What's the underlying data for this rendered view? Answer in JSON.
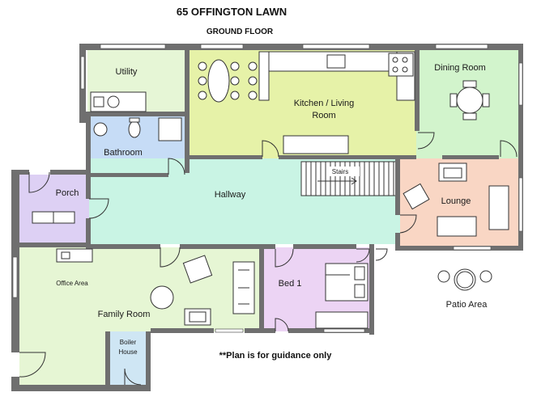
{
  "title": "65 OFFINGTON LAWN",
  "subtitle": "GROUND FLOOR",
  "note": "**Plan is for guidance only",
  "rooms": {
    "utility": "Utility",
    "kitchen_line1": "Kitchen / Living",
    "kitchen_line2": "Room",
    "dining": "Dining Room",
    "bathroom": "Bathroom",
    "porch": "Porch",
    "hallway": "Hallway",
    "stairs": "Stairs",
    "lounge": "Lounge",
    "office": "Office Area",
    "family": "Family Room",
    "bed1": "Bed 1",
    "boiler_line1": "Boiler",
    "boiler_line2": "House",
    "patio": "Patio Area"
  },
  "colors": {
    "utility": "#e6f6d6",
    "kitchen": "#e6f2a8",
    "dining": "#d2f4cc",
    "bathroom": "#c6dcf6",
    "porch": "#ddd0f4",
    "hallway": "#c9f4e4",
    "lounge": "#f9d6c4",
    "family": "#e6f6d4",
    "bed1": "#ecd4f4",
    "boiler": "#cfe6f4",
    "wall": "#6f6f6f"
  }
}
